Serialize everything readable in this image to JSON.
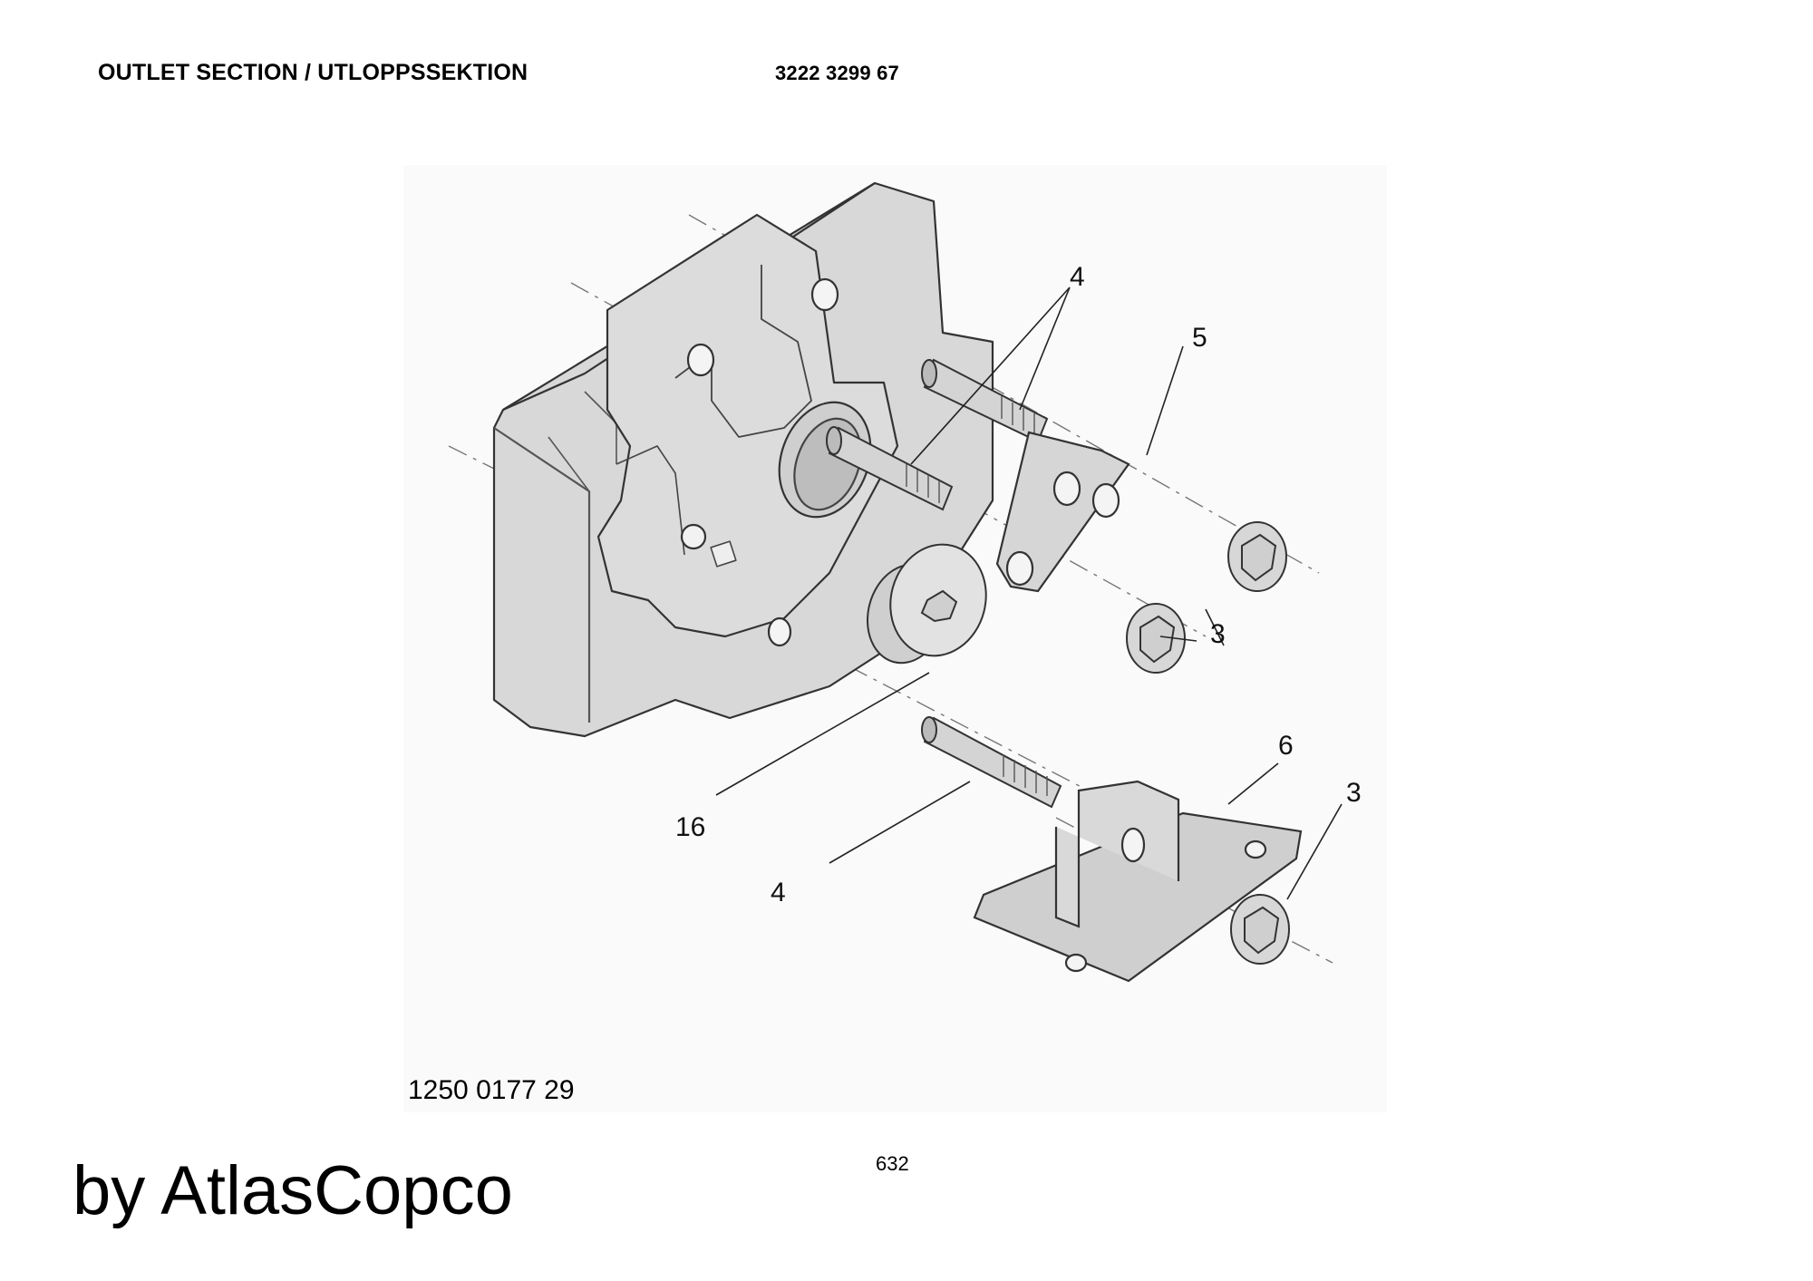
{
  "header": {
    "title": "OUTLET SECTION / UTLOPPSSEKTION",
    "part_number": "3222 3299 67"
  },
  "drawing": {
    "callouts": [
      "4",
      "5",
      "3",
      "6",
      "3",
      "16",
      "4"
    ],
    "drawing_number": "1250 0177 29"
  },
  "footer": {
    "page_number": "632",
    "brand": "by AtlasCopco"
  }
}
